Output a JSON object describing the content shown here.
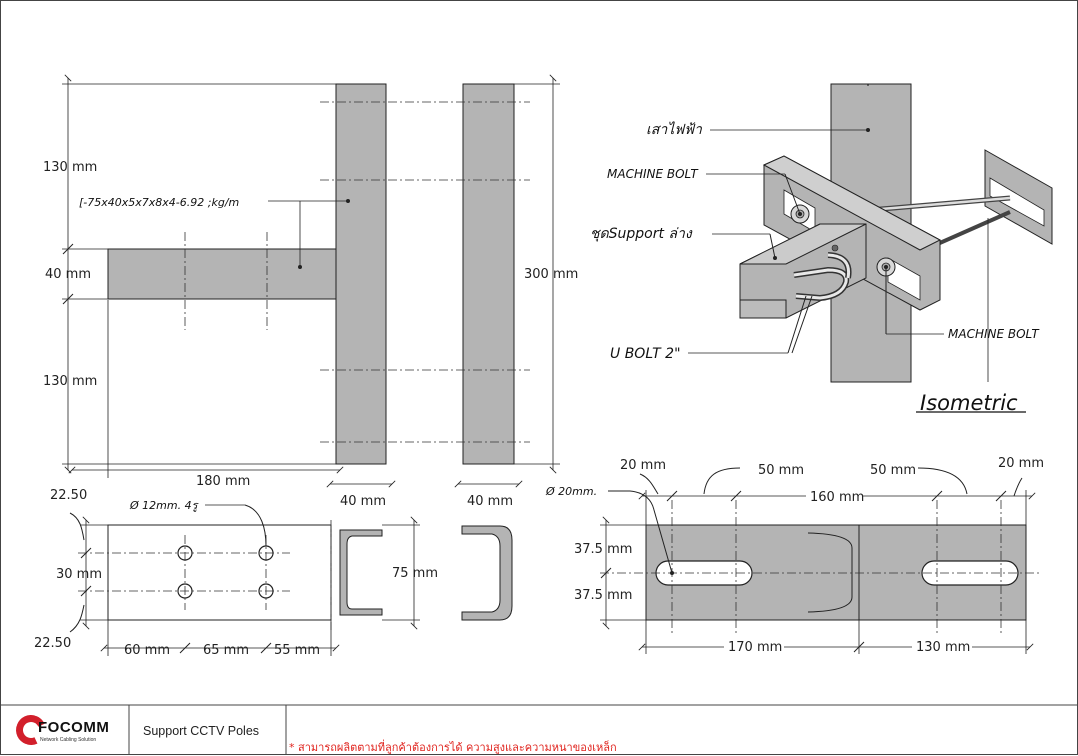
{
  "side_view": {
    "dim_top": "130 mm",
    "dim_mid": "40 mm",
    "dim_bottom": "130 mm",
    "dim_total_height": "300 mm",
    "dim_arm_length": "180 mm",
    "dim_post_width_1": "40 mm",
    "dim_post_width_2": "40 mm",
    "channel_spec": "[-75x40x5x7x8x4-6.92 ;kg/m"
  },
  "front_view": {
    "hole_note": "Ø 12mm. 4รู",
    "dim_top_edge": "22.50",
    "dim_hole_spacing": "30 mm",
    "dim_bottom_edge": "22.50",
    "dim_height": "75 mm",
    "dim_a": "60 mm",
    "dim_b": "65 mm",
    "dim_c": "55 mm"
  },
  "bracket_view": {
    "slot_note": "Ø 20mm.",
    "dim_edge_left": "20 mm",
    "dim_slot_left": "50 mm",
    "dim_slot_right": "50 mm",
    "dim_edge_right": "20 mm",
    "dim_slot_span": "160 mm",
    "dim_half_top": "37.5 mm",
    "dim_half_bottom": "37.5 mm",
    "dim_left_part": "170 mm",
    "dim_right_part": "130 mm"
  },
  "isometric": {
    "label_pole": "เสาไฟฟ้า",
    "label_bolt_top": "MACHINE BOLT",
    "label_support": "ชุดSupport ล่าง",
    "label_ubolt": "U BOLT 2\"",
    "label_bolt_bottom": "MACHINE BOLT",
    "title": "Isometric"
  },
  "title_block": {
    "brand": "FOCOMM",
    "tagline": "Network Cabling Solution",
    "document_title": "Support CCTV Poles",
    "footnote": "* สามารถผลิตตามที่ลูกค้าต้องการได้ ความสูงและความหนาของเหล็ก"
  },
  "colors": {
    "steel": "#b4b4b4",
    "brand_red": "#d21f2b",
    "footnote_red": "#e0231d"
  }
}
